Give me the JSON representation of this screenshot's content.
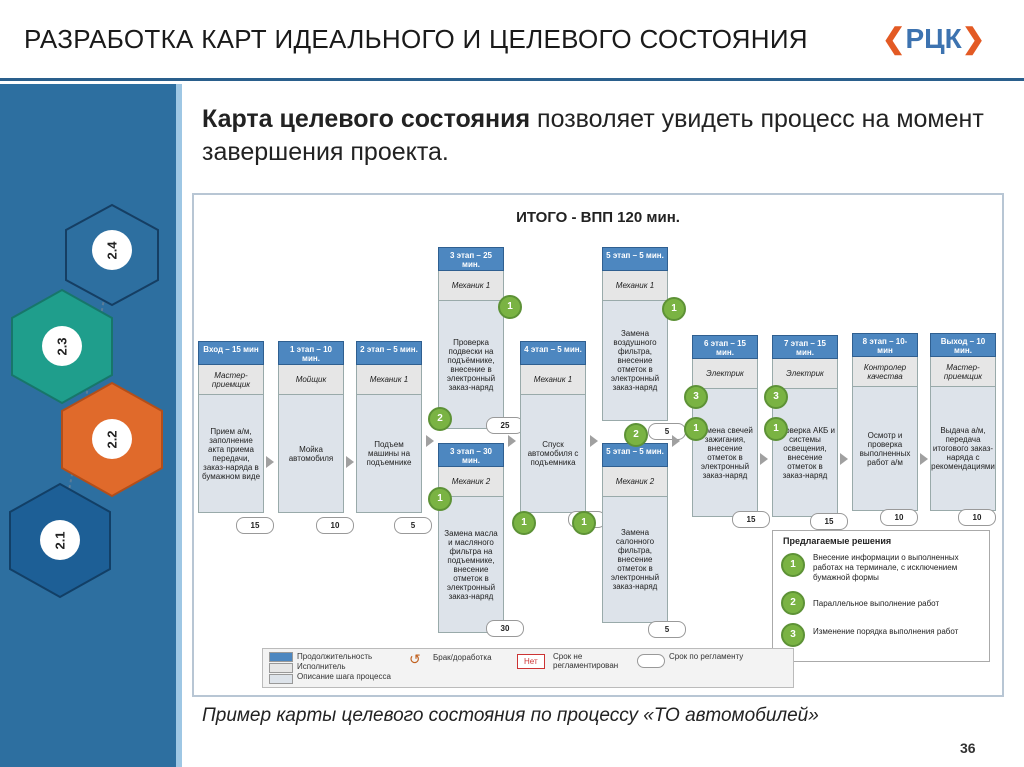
{
  "header": {
    "title": "РАЗРАБОТКА КАРТ ИДЕАЛЬНОГО И ЦЕЛЕВОГО СОСТОЯНИЯ",
    "logo": "РЦК"
  },
  "intro": {
    "bold": "Карта целевого состояния",
    "rest": " позволяет увидеть процесс на момент завершения проекта."
  },
  "nav_hexes": [
    {
      "label": "2.4",
      "color": "#ffffff"
    },
    {
      "label": "2.3",
      "color": "#1f9e8c"
    },
    {
      "label": "2.2",
      "color": "#e06a2b"
    },
    {
      "label": "2.1",
      "color": "#1d5f96"
    }
  ],
  "diagram": {
    "title": "ИТОГО - ВПП 120 мин.",
    "steps": [
      {
        "head": "Вход – 15 мин",
        "role": "Мастер-приемщик",
        "desc": "Прием а/м, заполнение акта приема передачи, заказ-наряда в бумажном виде",
        "dur": "15"
      },
      {
        "head": "1 этап – 10 мин.",
        "role": "Мойщик",
        "desc": "Мойка автомобиля",
        "dur": "10"
      },
      {
        "head": "2 этап – 5 мин.",
        "role": "Механик 1",
        "desc": "Подъем машины на подъемнике",
        "dur": "5"
      },
      {
        "head": "3 этап – 25 мин.",
        "role": "Механик 1",
        "desc": "Проверка подвески на подъёмнике, внесение в электронный заказ-наряд",
        "dur": "25"
      },
      {
        "head": "3 этап – 30 мин.",
        "role": "Механик 2",
        "desc": "Замена масла и масляного фильтра на подъемнике, внесение отметок в электронный заказ-наряд",
        "dur": "30"
      },
      {
        "head": "4 этап – 5 мин.",
        "role": "Механик 1",
        "desc": "Спуск автомобиля с подъемника",
        "dur": "5"
      },
      {
        "head": "5 этап – 5 мин.",
        "role": "Механик 1",
        "desc": "Замена воздушного фильтра, внесение отметок в электронный заказ-наряд",
        "dur": "5"
      },
      {
        "head": "5 этап – 5 мин.",
        "role": "Механик 2",
        "desc": "Замена салонного фильтра, внесение отметок в электронный заказ-наряд",
        "dur": "5"
      },
      {
        "head": "6 этап – 15 мин.",
        "role": "Электрик",
        "desc": "Замена свечей зажигания, внесение отметок в электронный заказ-наряд",
        "dur": "15"
      },
      {
        "head": "7 этап – 15 мин.",
        "role": "Электрик",
        "desc": "Проверка АКБ и системы освещения, внесение отметок в заказ-наряд",
        "dur": "15"
      },
      {
        "head": "8 этап – 10- мин",
        "role": "Контролер качества",
        "desc": "Осмотр и проверка выполненных работ а/м",
        "dur": "10"
      },
      {
        "head": "Выход – 10 мин.",
        "role": "Мастер-приемщик",
        "desc": "Выдача а/м, передача итогового заказ-наряда с рекомендациями",
        "dur": "10"
      }
    ],
    "markers": [
      "1",
      "2",
      "3"
    ],
    "solutions": {
      "title": "Предлагаемые решения",
      "items": [
        {
          "num": "1",
          "text": "Внесение информации о выполненных работах на терминале, с исключением бумажной формы"
        },
        {
          "num": "2",
          "text": "Параллельное выполнение работ"
        },
        {
          "num": "3",
          "text": "Изменение порядка выполнения работ"
        }
      ]
    },
    "legend": {
      "duration": "Продолжительность",
      "performer": "Исполнитель",
      "description": "Описание шага процесса",
      "defect": "Брак/доработка",
      "no": "Нет",
      "no_deadline": "Срок не регламентирован",
      "deadline": "Срок по регламенту"
    }
  },
  "caption": "Пример карты целевого состояния по процессу «ТО автомобилей»",
  "page_number": "36",
  "colors": {
    "accent": "#2d6fa0",
    "step_head": "#4d87c0",
    "marker": "#7ab343"
  }
}
